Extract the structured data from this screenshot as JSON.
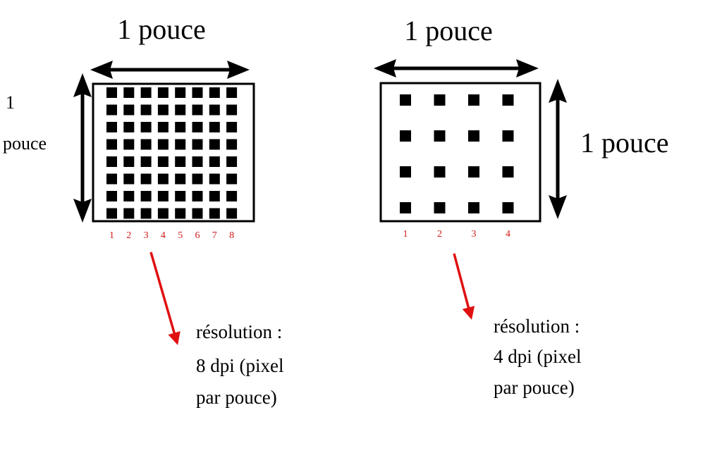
{
  "left_panel": {
    "top_label": "1 pouce",
    "side_label_line1": "1",
    "side_label_line2": "pouce",
    "pixels_per_side": 8,
    "column_numbers": [
      "1",
      "2",
      "3",
      "4",
      "5",
      "6",
      "7",
      "8"
    ],
    "resolution_lines": [
      "résolution :",
      "8 dpi (pixel",
      "par pouce)"
    ]
  },
  "right_panel": {
    "top_label": "1 pouce",
    "side_label": "1 pouce",
    "pixels_per_side": 4,
    "column_numbers": [
      "1",
      "2",
      "3",
      "4"
    ],
    "resolution_lines": [
      "résolution :",
      "4 dpi (pixel",
      "par pouce)"
    ]
  },
  "colors": {
    "ink": "#000000",
    "numbers": "#d11a1a",
    "pointer_arrow": "#e01010"
  }
}
